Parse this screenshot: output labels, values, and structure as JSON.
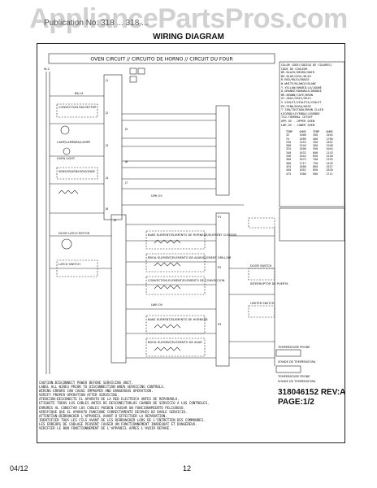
{
  "watermark": "AppliancePartsPros.com",
  "model_line": "Publication No: 318 ... 318 ... ",
  "page_heading": "WIRING DIAGRAM",
  "diagram": {
    "title": "OVEN CIRCUIT // CIRCUITO DE HORNO // CIRCUIT DU FOUR",
    "legend_lines": [
      "COLOR CODE/CODIGO DE COLORES/",
      "CODE DE COULEUR",
      "BK-BLACK/NEGRO/NOIR",
      "BU-BLUE/AZUL/BLEU",
      "R-RED/ROJO/ROUGE",
      "W-WHITE/BLANCO/BLANC",
      "Y-YELLOW/AMARILLO/JAUNE",
      "O-ORANGE/NARANJA/ORANGE",
      "BR-BROWN/CAFE/BRUN",
      "GY-GRAY/GRIS/GRIS",
      "V-VIOLET/VIOLETA/VIOLET",
      "PK-PINK/ROSA/ROSE",
      "T-TAN/TOSTADO/BRUN CLAIR",
      "LEGEND/LEYENDA/LEGENDE",
      "TCO-THERMAL CUTOFF",
      "UPR OV - UPPER OVEN",
      "LWR OV - LOWER OVEN"
    ],
    "temp_table_header": [
      "TEMP",
      "OHMS",
      "TEMP",
      "OHMS"
    ],
    "temp_table": [
      [
        "32",
        "1000",
        "350",
        "1654"
      ],
      [
        "75",
        "1090",
        "400",
        "1760"
      ],
      [
        "250",
        "1453",
        "450",
        "1852"
      ],
      [
        "300",
        "1546",
        "500",
        "1948"
      ],
      [
        "325",
        "1600",
        "550",
        "2044"
      ],
      [
        "340",
        "1632",
        "600",
        "2143"
      ],
      [
        "346",
        "1644",
        "650",
        "2240"
      ],
      [
        "360",
        "1675",
        "700",
        "2339"
      ],
      [
        "380",
        "1717",
        "750",
        "2435"
      ],
      [
        "425",
        "1806",
        "800",
        "2527"
      ],
      [
        "450",
        "1852",
        "850",
        "2620"
      ],
      [
        "475",
        "1900",
        "900",
        "2711"
      ]
    ],
    "left_labels": [
      {
        "id": "l1",
        "text": "W-2"
      },
      {
        "id": "l2",
        "text": "BK-14"
      },
      {
        "id": "l3",
        "text": "CONVECTION FAN MOTOR"
      },
      {
        "id": "l4",
        "text": "LAMP/LAMPARA/LAMPE"
      },
      {
        "id": "l5",
        "text": "OVEN LIGHT"
      },
      {
        "id": "l6",
        "text": "SENSOR/SENSOR/SONDE"
      },
      {
        "id": "l7",
        "text": "DOOR LATCH MOTOR"
      },
      {
        "id": "l8",
        "text": "LATCH SWITCH"
      },
      {
        "id": "l9",
        "text": "UPR OV"
      },
      {
        "id": "l10",
        "text": "LWR OV"
      }
    ],
    "connectors": [
      "J1",
      "J2",
      "J3",
      "J4",
      "J5",
      "J6",
      "J7",
      "J8",
      "J9",
      "P1",
      "P2",
      "P3"
    ],
    "element_labels": [
      "BAKE ELEMENT/ELEMENTO DE HORNEAR/ELEMENT CUISSON",
      "BROIL ELEMENT/ELEMENTO DE ASAR/ELEMENT GRILLOIR",
      "CONVECTION ELEMENT/ELEMENTO DE CONVECCION",
      "BAKE ELEMENT/ELEMENTO DE HORNEAR",
      "BROIL ELEMENT/ELEMENTO DE ASAR"
    ],
    "right_labels": [
      "TEMPERATURE PROBE",
      "SONDE DE TEMPERATURA",
      "TEMPERATURE PROBE",
      "SONDE DE TEMPERATURA",
      "DOOR SWITCH",
      "INTERRUPTOR DE PUERTA",
      "LIMITER SWITCH"
    ]
  },
  "caution_lines": [
    "CAUTION:DISCONNECT POWER BEFORE SERVICING UNIT.",
    "LABEL ALL WIRES PRIOR TO DISCONNECTION WHEN SERVICING CONTROLS.",
    "WIRING ERRORS CAN CAUSE IMPROPER AND DANGEROUS OPERATION.",
    "VERIFY PROPER OPERATION AFTER SERVICING.",
    "ATENCION:DESCONECTE EL APARATO DE LA RED ELECTRICA ANTES DE REPARARLO.",
    "ETIQUETE TODOS LOS CABLES ANTES DE DESCONECTARLOS CUANDO DE SERVICIO A LOS CONTROLES.",
    "ERRORES AL CONECTAR LOS CABLES PUEDEN CAUSAR UN FUNCIONAMIENTO PELIGROSO.",
    "VERIFIQUE QUE EL APARATO FUNCIONE CORRECTAMENTE DESPUES DE DARLE SERVICIO.",
    "ATTENTION:DEBRANCHER L'APPAREIL AVANT D'EFFECTUER LA REPARATION.",
    "IDENTIFIER TOUS LES FILS AVANT DE LES DEBRANCHER LORS DE L'ENTRETIEN DES COMMANDES.",
    "LES ERREURS DE CABLAGE PEUVENT CAUSER UN FONCTIONNEMENT INADEQUAT ET DANGEREUX.",
    "VERIFIER LE BON FONCTIONNEMENT DE L'APPAREIL APRES L'AVOIR REPARE."
  ],
  "part_number": "318046152 REV:A",
  "page_indicator": "PAGE:1/2",
  "footer": {
    "date": "04/12",
    "page": "12"
  }
}
